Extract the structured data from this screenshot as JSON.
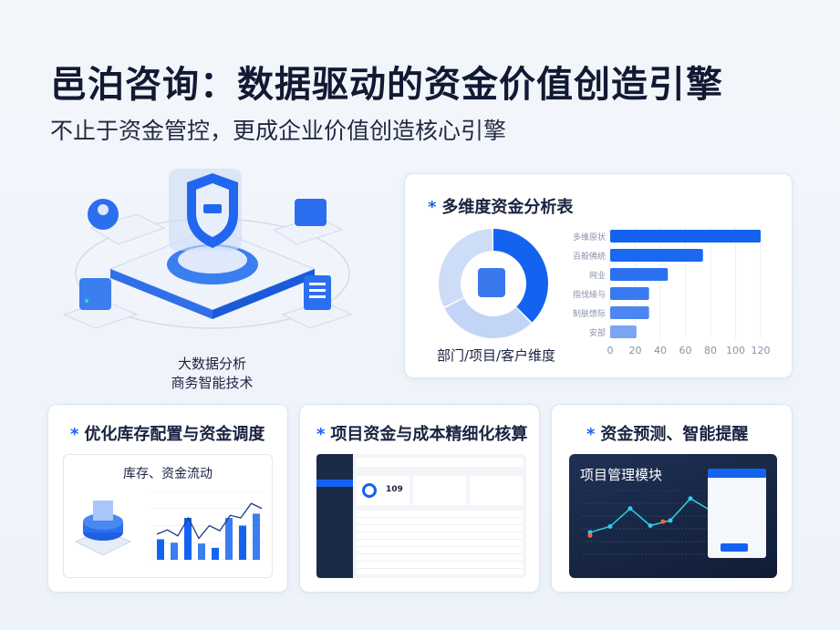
{
  "title": "邑泊咨询：数据驱动的资金价值创造引擎",
  "subtitle": "不止于资金管控，更成企业价值创造核心引擎",
  "hero": {
    "caption_line1": "大数据分析",
    "caption_line2": "商务智能技术"
  },
  "colors": {
    "accent": "#1463f0",
    "light": "#c9d8f5",
    "dark_panel": "#1a2a4a"
  },
  "card_analysis": {
    "star": "*",
    "title": "多维度资金分析表",
    "donut_caption": "部门/项目/客户维度",
    "chart_data": {
      "type": "bar",
      "orientation": "horizontal",
      "categories": [
        "多维原状",
        "百般佛统",
        "网业",
        "指伐绫与",
        "制肤馈际",
        "安部"
      ],
      "values": [
        120,
        74,
        46,
        31,
        31,
        21
      ],
      "xlim": [
        0,
        120
      ],
      "xticks": [
        0,
        20,
        40,
        60,
        80,
        100,
        120
      ],
      "grid": true
    },
    "donut": {
      "type": "pie",
      "values": [
        38,
        30,
        32
      ]
    }
  },
  "card_inventory": {
    "star": "*",
    "title": "优化库存配置与资金调度",
    "panel_title": "库存、资金流动",
    "chart_data": {
      "type": "bar",
      "bars": [
        240,
        200,
        490,
        190,
        140,
        490,
        400,
        540
      ],
      "line": [
        300,
        350,
        280,
        490,
        250,
        400,
        340,
        520,
        490,
        660,
        600
      ],
      "ylim": [
        0,
        800
      ]
    }
  },
  "card_project": {
    "star": "*",
    "title": "项目资金与成本精细化核算",
    "dashboard": {
      "kpi_value": "109"
    }
  },
  "card_forecast": {
    "star": "*",
    "title": "资金预测、智能提醒",
    "panel_title": "项目管理模块",
    "chart_data": {
      "type": "line",
      "values": [
        55,
        70,
        115,
        72,
        85,
        140,
        110
      ],
      "alerts": [
        70,
        105
      ]
    }
  }
}
